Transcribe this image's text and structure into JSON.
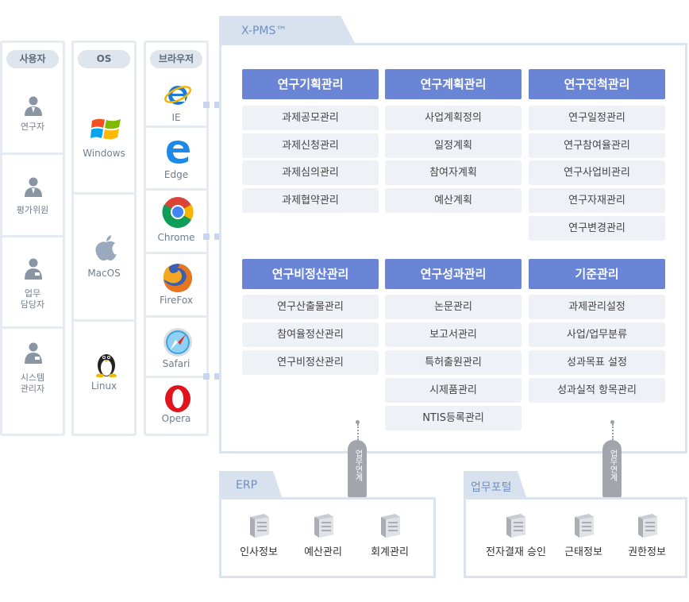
{
  "columns": {
    "users": {
      "header": "사용자",
      "items": [
        "연구자",
        "평가위원",
        "업무\n담당자",
        "시스템\n관리자"
      ]
    },
    "os": {
      "header": "OS",
      "items": [
        "Windows",
        "MacOS",
        "Linux"
      ]
    },
    "browsers": {
      "header": "브라우저",
      "items": [
        "IE",
        "Edge",
        "Chrome",
        "FireFox",
        "Safari",
        "Opera"
      ]
    }
  },
  "main": {
    "title": "X-PMS™",
    "groups": [
      {
        "title": "연구기획관리",
        "items": [
          "과제공모관리",
          "과제신청관리",
          "과제심의관리",
          "과제협약관리"
        ]
      },
      {
        "title": "연구계획관리",
        "items": [
          "사업계획정의",
          "일정계획",
          "참여자계획",
          "예산계획"
        ]
      },
      {
        "title": "연구진척관리",
        "items": [
          "연구일정관리",
          "연구참여율관리",
          "연구사업비관리",
          "연구자재관리",
          "연구변경관리"
        ]
      },
      {
        "title": "연구비정산관리",
        "items": [
          "연구산출물관리",
          "참여율정산관리",
          "연구비정산관리"
        ]
      },
      {
        "title": "연구성과관리",
        "items": [
          "논문관리",
          "보고서관리",
          "특허출원관리",
          "시제품관리",
          "NTIS등록관리"
        ]
      },
      {
        "title": "기준관리",
        "items": [
          "과제관리설정",
          "사업/업무분류",
          "성과목표 설정",
          "성과실적 항목관리"
        ]
      }
    ]
  },
  "links": [
    "업무연계",
    "업무연계"
  ],
  "erp": {
    "title": "ERP",
    "items": [
      "인사정보",
      "예산관리",
      "회계관리"
    ]
  },
  "portal": {
    "title": "업무포털",
    "items": [
      "전자결재 승인",
      "근태정보",
      "권한정보"
    ]
  },
  "colors": {
    "accent": "#6a84d6",
    "item_bg": "#eef1f6",
    "border": "#dbe3ee",
    "arrow": "#c8d5ee"
  },
  "icons": {
    "user": "user-icon",
    "windows": "windows-logo-icon",
    "mac": "apple-logo-icon",
    "linux": "tux-penguin-icon",
    "ie": "internet-explorer-icon",
    "edge": "edge-icon",
    "chrome": "chrome-icon",
    "firefox": "firefox-icon",
    "safari": "safari-icon",
    "opera": "opera-icon",
    "server": "server-icon"
  }
}
